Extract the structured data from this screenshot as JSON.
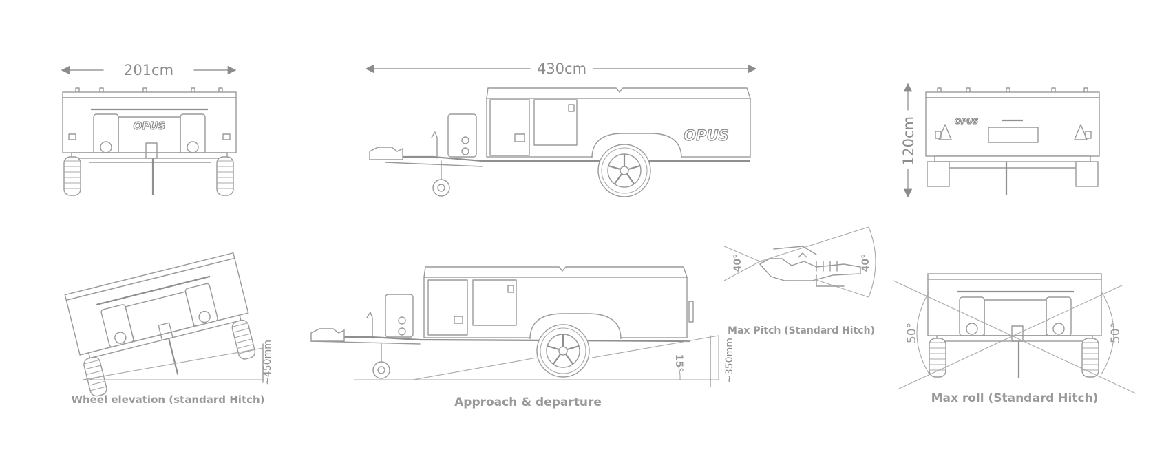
{
  "brand": {
    "logo_text": "OPUS"
  },
  "dimensions": {
    "width": "201cm",
    "length": "430cm",
    "height": "120cm",
    "wheel_lift": "~450mm",
    "ground_clearance": "~350mm"
  },
  "angles": {
    "pitch_up": "40°",
    "pitch_down": "40°",
    "approach": "15°",
    "roll_left": "50°",
    "roll_right": "50°"
  },
  "captions": {
    "wheel_elevation": "Wheel elevation (standard Hitch)",
    "approach_departure": "Approach & departure",
    "max_pitch": "Max Pitch (Standard Hitch)",
    "max_roll": "Max roll (Standard Hitch)"
  },
  "colors": {
    "line": "#9a9a9a",
    "text": "#8c8c8c",
    "background": "#ffffff"
  }
}
